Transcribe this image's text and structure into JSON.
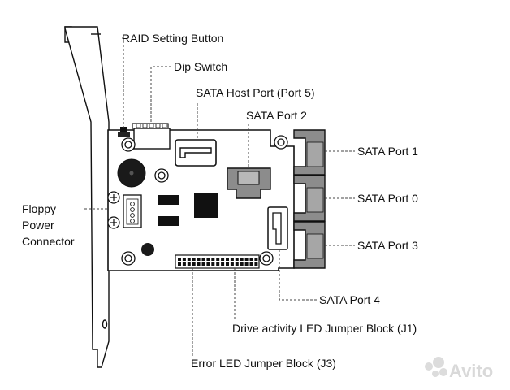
{
  "labels": {
    "raid_button": "RAID Setting Button",
    "dip_switch": "Dip Switch",
    "sata_host_port": "SATA Host Port (Port 5)",
    "sata_port_2": "SATA Port 2",
    "sata_port_1": "SATA Port 1",
    "sata_port_0": "SATA Port 0",
    "sata_port_3": "SATA Port 3",
    "sata_port_4": "SATA Port 4",
    "floppy_line1": "Floppy",
    "floppy_line2": "Power",
    "floppy_line3": "Connector",
    "drive_led_jumper": "Drive activity LED Jumper Block (J1)",
    "error_led_jumper": "Error LED Jumper Block (J3)"
  },
  "watermark": {
    "text": "Avito"
  },
  "colors": {
    "line": "#111111",
    "connector_gray": "#8c8c8c",
    "chip_black": "#111111",
    "watermark": "#d9d9d9"
  }
}
